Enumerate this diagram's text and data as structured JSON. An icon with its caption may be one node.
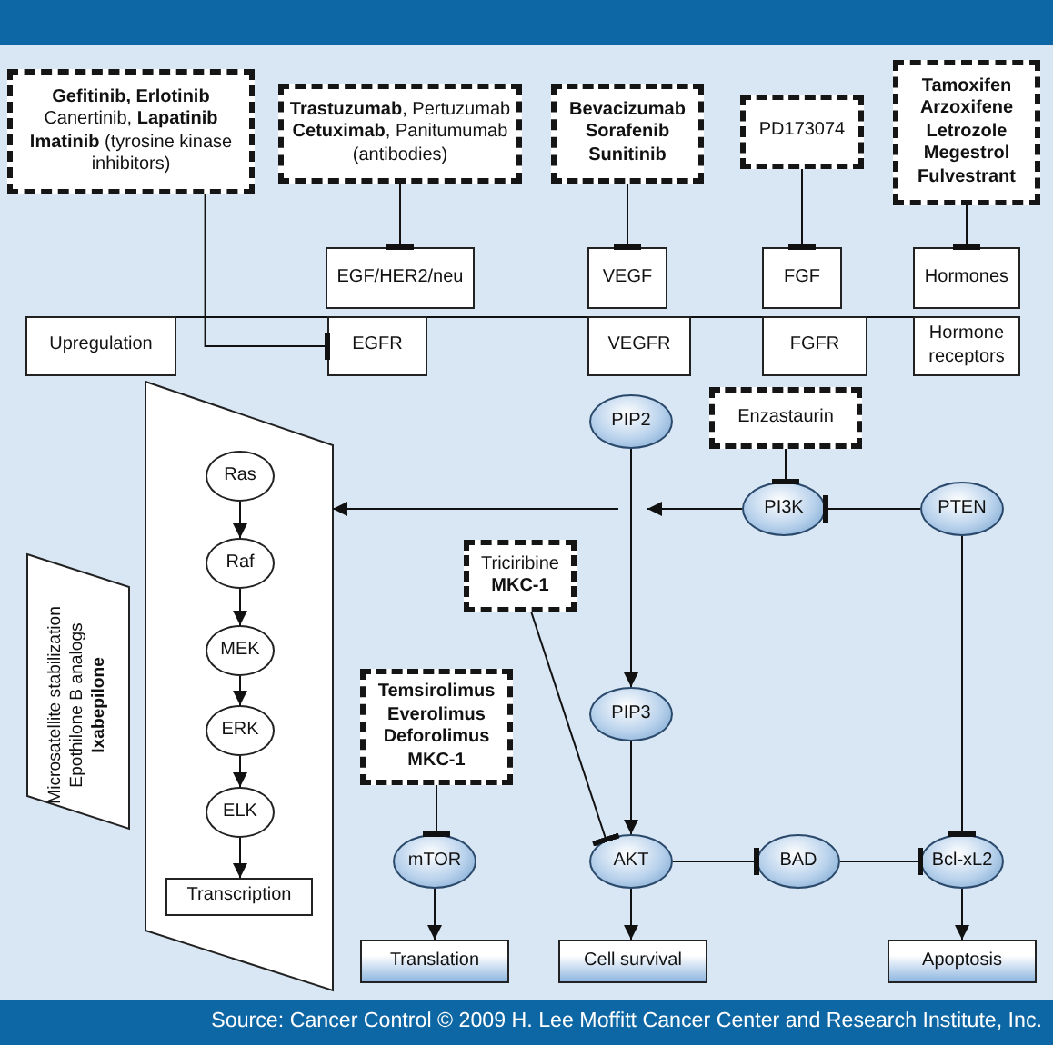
{
  "diagram": {
    "caption": "Source: Cancer Control © 2009 H. Lee Moffitt Cancer Center and Research Institute, Inc.",
    "nodes": [
      {
        "text": [
          "**Gefitinib, Erlotinib** Canertinib, **Lapatinib** **Imatinib** (tyrosine kinase inhibitors)"
        ]
      },
      {
        "text": [
          "**Trastuzumab**, Pertuzumab **Cetuximab**, Panitumumab (antibodies)"
        ]
      },
      {
        "text": [
          "Bevacizumab Sorafenib Sunitinib"
        ]
      },
      {
        "text": [
          "PD173074"
        ]
      },
      {
        "text": [
          "Tamoxifen Arzoxifene Letrozole Megestrol Fulvestrant"
        ]
      },
      {
        "text": [
          "EGF/HER2/neu"
        ]
      },
      {
        "text": [
          "VEGF"
        ]
      },
      {
        "text": [
          "FGF"
        ]
      },
      {
        "text": [
          "Hormones"
        ]
      },
      {
        "text": [
          "Upregulation"
        ]
      },
      {
        "text": [
          "EGFR"
        ]
      },
      {
        "text": [
          "VEGFR"
        ]
      },
      {
        "text": [
          "FGFR"
        ]
      },
      {
        "text": [
          "Hormone receptors"
        ]
      },
      {
        "text": [],
        "shape": "parallelogram"
      },
      {
        "text": [
          "Ras"
        ],
        "in": 14
      },
      {
        "text": [
          "Raf"
        ],
        "in": 14
      },
      {
        "text": [
          "MEK"
        ],
        "in": 14
      },
      {
        "text": [
          "ERK"
        ],
        "in": 14
      },
      {
        "text": [
          "ELK"
        ],
        "in": 14
      },
      {
        "text": [
          "Transcription"
        ],
        "in": 14
      },
      {
        "text": [
          "Microsatellite stabilization Epothilone B analogs **Ixabepilone**"
        ]
      },
      {
        "text": [
          "PIP2"
        ]
      },
      {
        "text": [
          "Enzastaurin"
        ]
      },
      {
        "text": [
          "PI3K"
        ]
      },
      {
        "text": [
          "PTEN"
        ]
      },
      {
        "text": [
          "Triciribine **MKC-1**"
        ]
      },
      {
        "text": [
          "Temsirolimus Everolimus Deforolimus MKC-1"
        ]
      },
      {
        "text": [
          "PIP3"
        ]
      },
      {
        "text": [
          "mTOR"
        ]
      },
      {
        "text": [
          "AKT"
        ]
      },
      {
        "text": [
          "BAD"
        ]
      },
      {
        "text": [
          "Bcl-xL2"
        ]
      },
      {
        "text": [
          "Translation"
        ]
      },
      {
        "text": [
          "Cell survival"
        ]
      },
      {
        "text": [
          "Apoptosis"
        ]
      }
    ],
    "edges": [
      {
        "from": 0,
        "to": 10,
        "arrow": "other"
      },
      {
        "from": 1,
        "to": 5,
        "arrow": "other"
      },
      {
        "from": 2,
        "to": 6,
        "arrow": "other"
      },
      {
        "from": 3,
        "to": 7,
        "arrow": "other"
      },
      {
        "from": 4,
        "to": 8,
        "arrow": "other"
      },
      {
        "from": 23,
        "to": 24,
        "arrow": "other"
      },
      {
        "from": 25,
        "to": 24,
        "arrow": "other"
      },
      {
        "from": 24,
        "to": null,
        "arrow": "to"
      },
      {
        "from": null,
        "to": 14,
        "arrow": "to"
      },
      {
        "from": 22,
        "to": 28,
        "arrow": "to"
      },
      {
        "from": 28,
        "to": 30,
        "arrow": "to"
      },
      {
        "from": 26,
        "to": 30,
        "arrow": "other"
      },
      {
        "from": 27,
        "to": 29,
        "arrow": "other"
      },
      {
        "from": 29,
        "to": 33,
        "arrow": "to"
      },
      {
        "from": 30,
        "to": 34,
        "arrow": "to"
      },
      {
        "from": 30,
        "to": 31,
        "arrow": "other"
      },
      {
        "from": 31,
        "to": 32,
        "arrow": "other"
      },
      {
        "from": 25,
        "to": 32,
        "arrow": "other"
      },
      {
        "from": 32,
        "to": 35,
        "arrow": "to"
      },
      {
        "from": 15,
        "to": 16,
        "arrow": "to"
      },
      {
        "from": 16,
        "to": 17,
        "arrow": "to"
      },
      {
        "from": 17,
        "to": 18,
        "arrow": "to"
      },
      {
        "from": 18,
        "to": 19,
        "arrow": "to"
      },
      {
        "from": 19,
        "to": 20,
        "arrow": "to"
      }
    ]
  }
}
